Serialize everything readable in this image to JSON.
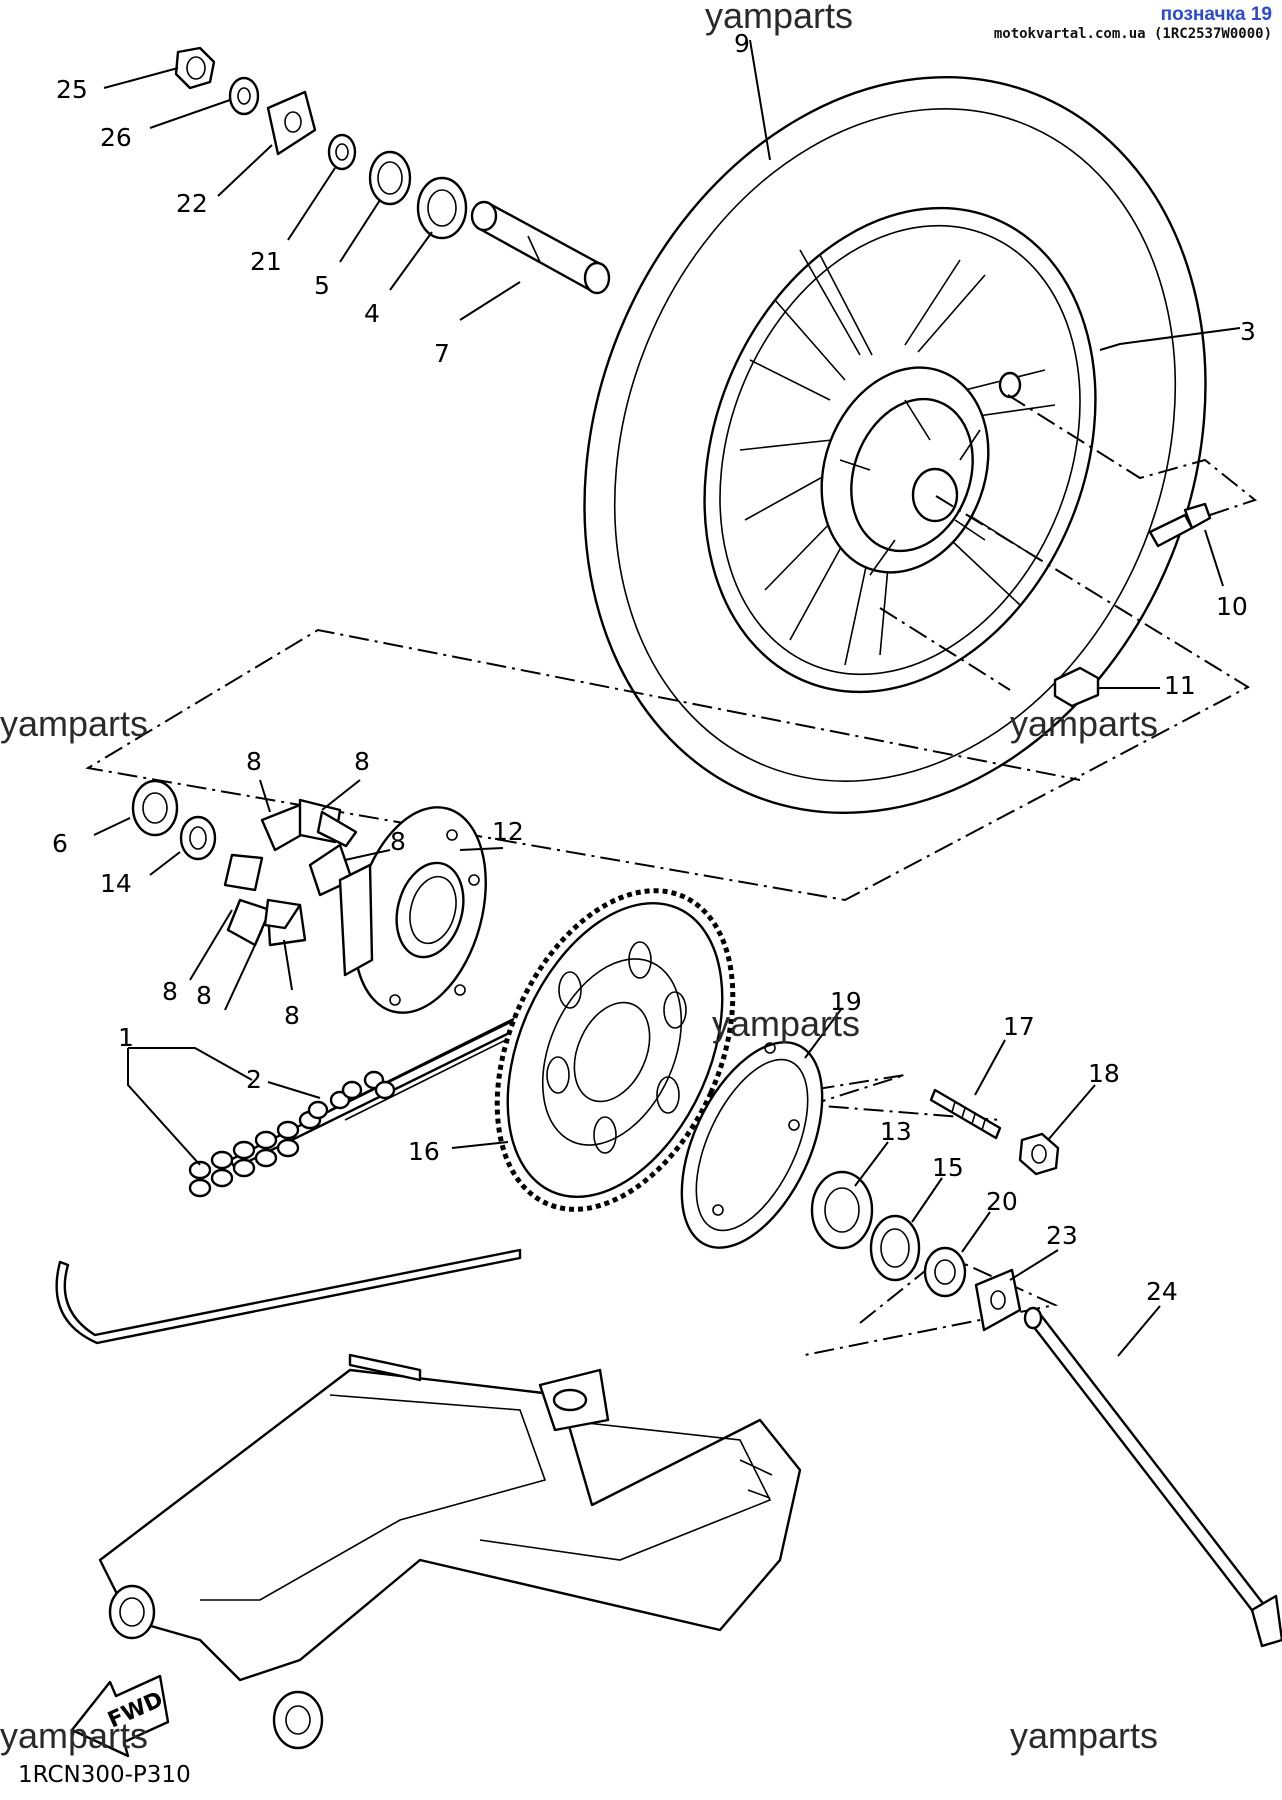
{
  "header": {
    "badge": "позначка 19",
    "site": "motokvartal.com.ua (1RC2537W0000)"
  },
  "watermark": "yamparts",
  "drawing_code": "1RCN300-P310",
  "fwd_label": "FWD",
  "callouts": {
    "c1": "1",
    "c2": "2",
    "c3": "3",
    "c4": "4",
    "c5": "5",
    "c6": "6",
    "c7": "7",
    "c8a": "8",
    "c8b": "8",
    "c8c": "8",
    "c8d": "8",
    "c8e": "8",
    "c8f": "8",
    "c9": "9",
    "c10": "10",
    "c11": "11",
    "c12": "12",
    "c13": "13",
    "c14": "14",
    "c15": "15",
    "c16": "16",
    "c17": "17",
    "c18": "18",
    "c19": "19",
    "c20": "20",
    "c21": "21",
    "c22": "22",
    "c23": "23",
    "c24": "24",
    "c25": "25",
    "c26": "26"
  },
  "colors": {
    "badge": "#2b49d6",
    "ink": "#000000"
  }
}
